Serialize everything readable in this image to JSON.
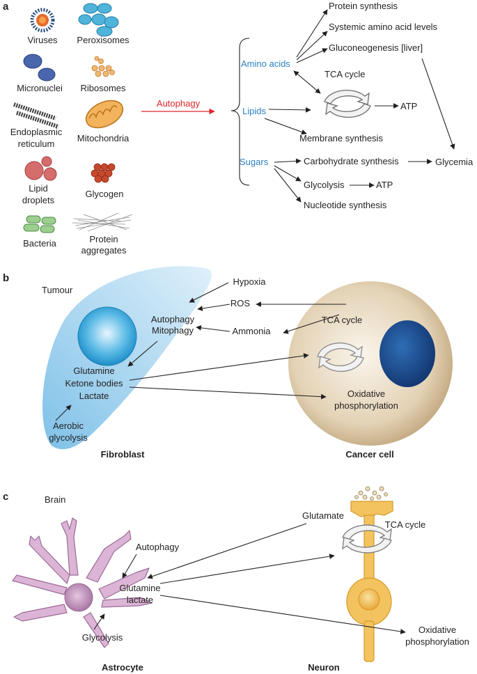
{
  "panel_a": {
    "letter": "a",
    "organelles": {
      "viruses": "Viruses",
      "peroxisomes": "Peroxisomes",
      "micronuclei": "Micronuclei",
      "ribosomes": "Ribosomes",
      "er_line1": "Endoplasmic",
      "er_line2": "reticulum",
      "mitochondria": "Mitochondria",
      "lipid_line1": "Lipid",
      "lipid_line2": "droplets",
      "glycogen": "Glycogen",
      "bacteria": "Bacteria",
      "protein_line1": "Protein",
      "protein_line2": "aggregates"
    },
    "autophagy": "Autophagy",
    "amino_acids": "Amino acids",
    "lipids": "Lipids",
    "sugars": "Sugars",
    "protein_synthesis": "Protein synthesis",
    "systemic_aa": "Systemic amino acid  levels",
    "gluconeogenesis": "Gluconeogenesis [liver]",
    "tca": "TCA cycle",
    "atp1": "ATP",
    "membrane": "Membrane synthesis",
    "carb": "Carbohydrate synthesis",
    "glycemia": "Glycemia",
    "glycolysis": "Glycolysis",
    "atp2": "ATP",
    "nucleotide": "Nucleotide synthesis"
  },
  "panel_b": {
    "letter": "b",
    "tumour": "Tumour",
    "hypoxia": "Hypoxia",
    "ros": "ROS",
    "ammonia": "Ammonia",
    "autophagy": "Autophagy",
    "mitophagy": "Mitophagy",
    "tca": "TCA cycle",
    "glutamine": "Glutamine",
    "ketone": "Ketone bodies",
    "lactate": "Lactate",
    "oxphos1": "Oxidative",
    "oxphos2": "phosphorylation",
    "aerobic1": "Aerobic",
    "aerobic2": "glycolysis",
    "fibroblast": "Fibroblast",
    "cancer": "Cancer cell"
  },
  "panel_c": {
    "letter": "c",
    "brain": "Brain",
    "glutamate": "Glutamate",
    "tca": "TCA cycle",
    "autophagy": "Autophagy",
    "glutamine": "Glutamine",
    "lactate": "lactate",
    "glycolysis": "Glycolysis",
    "oxphos1": "Oxidative",
    "oxphos2": "phosphorylation",
    "astrocyte": "Astrocyte",
    "neuron": "Neuron"
  },
  "colors": {
    "accent_blue": "#2a7fc1",
    "autophagy_red": "#e0262a",
    "fibroblast": "#a9d4ee",
    "cancer_cell": "#d3bd97",
    "nucleus": "#1f4f93",
    "astrocyte": "#dcb5d6",
    "neuron": "#f3c35f"
  }
}
